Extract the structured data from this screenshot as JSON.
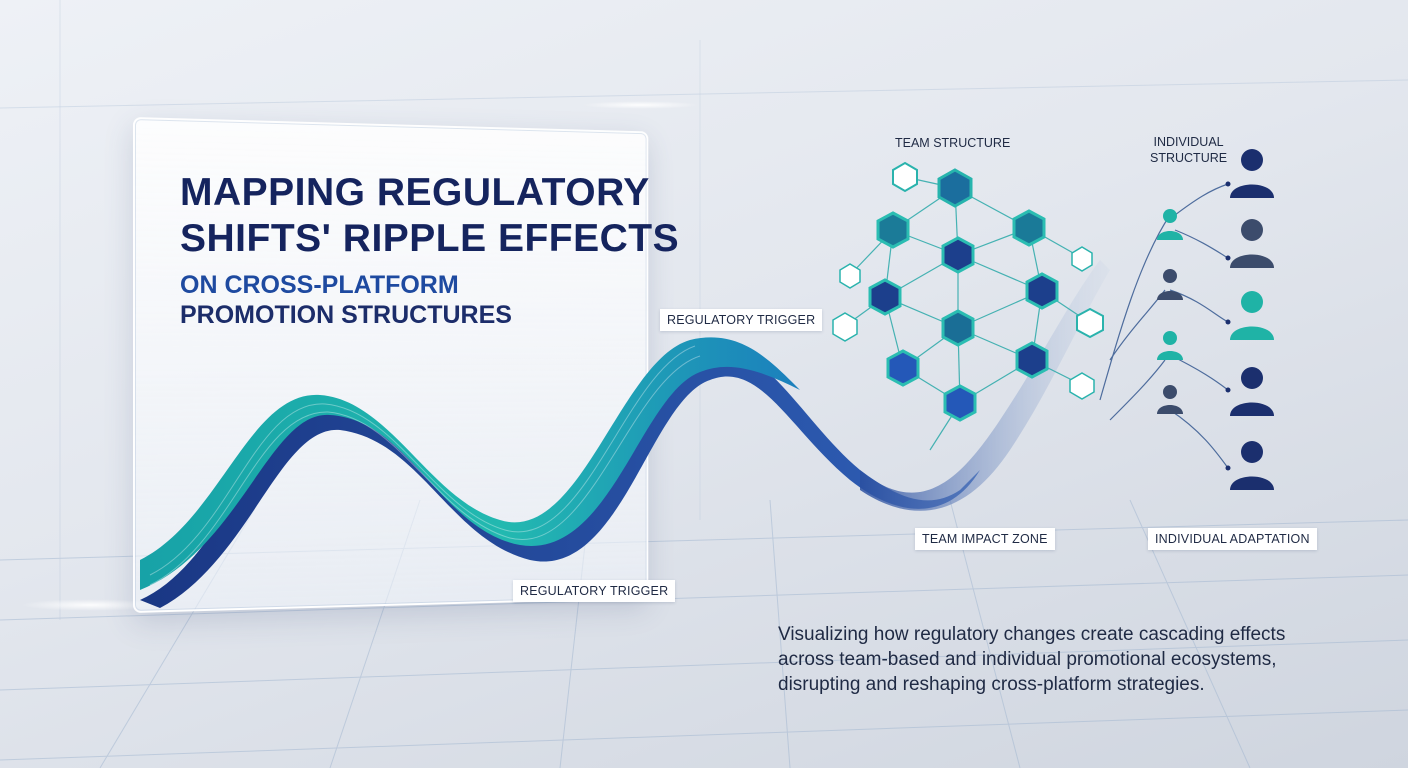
{
  "title": {
    "line1": "MAPPING REGULATORY",
    "line2": "SHIFTS' RIPPLE EFFECTS",
    "line3": "ON CROSS-PLATFORM",
    "line4": "PROMOTION STRUCTURES"
  },
  "labels": {
    "team_structure": "TEAM STRUCTURE",
    "individual_structure_1": "INDIVIDUAL",
    "individual_structure_2": "STRUCTURE",
    "regulatory_trigger_top": "REGULATORY TRIGGER",
    "regulatory_trigger_bottom": "REGULATORY TRIGGER",
    "team_impact_zone": "TEAM IMPACT ZONE",
    "individual_adaptation": "INDIVIDUAL ADAPTATION"
  },
  "caption": {
    "line1": "Visualizing how regulatory changes create cascading effects",
    "line2": "across team-based and individual promotional ecosystems,",
    "line3": "disrupting and reshaping cross-platform strategies."
  },
  "colors": {
    "teal": "#1fb3a6",
    "navy": "#1b2f6e",
    "blue": "#2458b8",
    "slate": "#3c4c6c"
  },
  "icons": {
    "node": "hexagon-icon",
    "person": "person-icon"
  }
}
